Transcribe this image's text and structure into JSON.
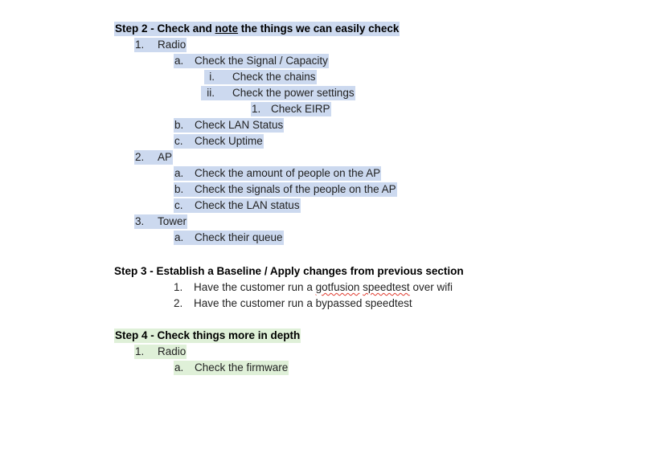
{
  "document": {
    "colors": {
      "highlight_blue": "#ccd9ef",
      "highlight_green": "#dff0d8",
      "spellcheck_underline": "#e03b2f",
      "text": "#222222",
      "page_background": "#ffffff"
    },
    "sections": [
      {
        "id": "step-2",
        "heading": {
          "prefix": "Step 2 - Check and ",
          "underlined_word": "note",
          "suffix": " the things we can easily check",
          "full_text": "Step 2 - Check and note the things we can easily check",
          "highlight": "blue"
        },
        "items": [
          {
            "marker": "1.",
            "text": "Radio",
            "level": 1,
            "highlight": "blue"
          },
          {
            "marker": "a.",
            "text": "Check the Signal / Capacity",
            "level": 2,
            "highlight": "blue"
          },
          {
            "marker": "i.",
            "text": "Check the chains",
            "level": 3,
            "highlight": "blue"
          },
          {
            "marker": "ii.",
            "text": "Check the power settings",
            "level": 3,
            "highlight": "blue"
          },
          {
            "marker": "1.",
            "text": "Check EIRP",
            "level": 4,
            "highlight": "blue"
          },
          {
            "marker": "b.",
            "text": "Check LAN Status",
            "level": 2,
            "highlight": "blue"
          },
          {
            "marker": "c.",
            "text": "Check Uptime",
            "level": 2,
            "highlight": "blue"
          },
          {
            "marker": "2.",
            "text": "AP",
            "level": 1,
            "highlight": "blue"
          },
          {
            "marker": "a.",
            "text": "Check the amount of people on the AP",
            "level": 2,
            "highlight": "blue"
          },
          {
            "marker": "b.",
            "text": "Check the signals of the people on the AP",
            "level": 2,
            "highlight": "blue"
          },
          {
            "marker": "c.",
            "text": "Check the LAN status",
            "level": 2,
            "highlight": "blue"
          },
          {
            "marker": "3.",
            "text": "Tower",
            "level": 1,
            "highlight": "blue"
          },
          {
            "marker": "a.",
            "text": "Check their queue",
            "level": 2,
            "highlight": "blue"
          }
        ]
      },
      {
        "id": "step-3",
        "heading": {
          "full_text": "Step 3 - Establish a Baseline / Apply changes from previous section",
          "highlight": "none"
        },
        "items": [
          {
            "marker": "1.",
            "level": 2,
            "highlight": "none",
            "text": "Have the customer run a gotfusion speedtest over wifi",
            "segments": [
              {
                "text": "Have the customer run a ",
                "spellcheck": false
              },
              {
                "text": "gotfusion",
                "spellcheck": true
              },
              {
                "text": " ",
                "spellcheck": false
              },
              {
                "text": "speedtest",
                "spellcheck": true
              },
              {
                "text": " over wifi",
                "spellcheck": false
              }
            ]
          },
          {
            "marker": "2.",
            "level": 2,
            "highlight": "none",
            "text": "Have the customer run a bypassed speedtest",
            "segments": [
              {
                "text": "Have the customer run a bypassed speedtest",
                "spellcheck": false
              }
            ]
          }
        ]
      },
      {
        "id": "step-4",
        "heading": {
          "full_text": "Step 4 - Check things more in depth",
          "highlight": "green"
        },
        "items": [
          {
            "marker": "1.",
            "text": "Radio",
            "level": 1,
            "highlight": "green"
          },
          {
            "marker": "a.",
            "text": "Check the firmware",
            "level": 2,
            "highlight": "green"
          }
        ]
      }
    ]
  }
}
